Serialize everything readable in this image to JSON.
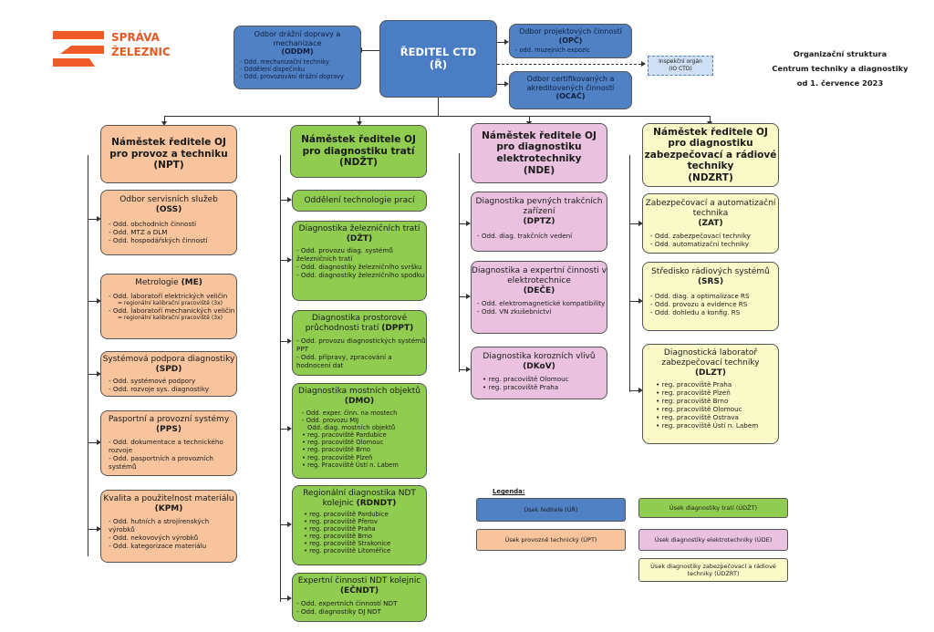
{
  "logo": {
    "line1": "SPRÁVA",
    "line2": "ŽELEZNIC",
    "color": "#f05a28"
  },
  "heading": {
    "line1": "Organizační struktura",
    "line2": "Centrum techniky a diagnostiky",
    "line3": "od 1. července 2023"
  },
  "director": {
    "name": "ŘEDITEL CTD",
    "code": "(Ř)"
  },
  "oddm": {
    "title": "Odbor drážní dopravy a mechanizace",
    "code": "(ODDM)",
    "items": [
      "- Odd. mechanizační techniky",
      "- Oddělení dispečinku",
      "- Odd. provozování drážní dopravy"
    ]
  },
  "opc": {
    "title": "Odbor projektových činností",
    "code": "(OPČ)",
    "items": [
      "- odd. muzejních expozic"
    ]
  },
  "ocac": {
    "title": "Odbor certifikovaných a akreditovaných činností",
    "code": "(OCAČ)"
  },
  "inspect": {
    "line1": "Inspekční orgán",
    "line2": "(IO CTD)"
  },
  "colors": {
    "blue": "#4f81c4",
    "orange": "#f7c49d",
    "green": "#8fcc4f",
    "pink": "#eac2e0",
    "yellow": "#fafac8"
  },
  "npt": {
    "head": {
      "title": "Náměstek ředitele OJ pro provoz a techniku",
      "code": "(NPT)"
    },
    "units": [
      {
        "title": "Odbor servisních služeb",
        "code": "(OSS)",
        "items": [
          "- Odd. obchodních činností",
          "- Odd. MTZ a DLM",
          "- Odd. hospodářských činností"
        ]
      },
      {
        "title": "Metrologie",
        "code": "(ME)",
        "items": [
          "- Odd. laboratoří elektrických veličin",
          "= regionální kalibrační pracoviště (3x)",
          "- Odd. laboratoří mechanických veličin",
          "= regionální kalibrační pracoviště (3x)"
        ]
      },
      {
        "title": "Systémová podpora diagnostiky",
        "code": "(SPD)",
        "items": [
          "- Odd. systémové podpory",
          "- Odd. rozvoje sys. diagnostiky"
        ]
      },
      {
        "title": "Pasportní a provozní systémy",
        "code": "(PPS)",
        "items": [
          "- Odd. dokumentace a technického rozvoje",
          "- Odd. pasportních a provozních systémů"
        ]
      },
      {
        "title": "Kvalita a použitelnost materiálu",
        "code": "(KPM)",
        "items": [
          "- Odd. hutních a strojírenských výrobků",
          "- Odd. nekovových výrobků",
          "- Odd. kategorizace materiálu"
        ]
      }
    ]
  },
  "ndzt": {
    "head": {
      "title": "Náměstek ředitele OJ pro diagnostiku tratí",
      "code": "(NDŽT)"
    },
    "units": [
      {
        "title": "Oddělení technologie prací",
        "code": "",
        "items": []
      },
      {
        "title": "Diagnostika železničních tratí",
        "code": "(DŽT)",
        "items": [
          "- Odd. provozu diag. systémů železničních tratí",
          "- Odd. diagnostiky železničního svršku",
          "- Odd. diagnostiky železničního spodku"
        ]
      },
      {
        "title": "Diagnostika prostorové průchodnosti tratí",
        "code": "(DPPT)",
        "items": [
          "- Odd. provozu diagnostických systémů PPT",
          "- Odd. přípravy, zpracování a hodnocení dat"
        ]
      },
      {
        "title": "Diagnostika mostních objektů",
        "code": "(DMO)",
        "items": [
          "- Odd. exper. činn. na mostech",
          "- Odd. provozu MIJ",
          "  Odd. diag. mostních objektů",
          "• reg. pracoviště Pardubice",
          "• reg. pracoviště Olomouc",
          "• reg. pracoviště Brno",
          "• reg. pracoviště Plzeň",
          "• reg. Pracoviště Ústí n. Labem"
        ]
      },
      {
        "title": "Regionální diagnostika NDT kolejnic",
        "code": "(RDNDT)",
        "items": [
          "• reg. pracoviště Pardubice",
          "• reg. pracoviště Přerov",
          "• reg. pracoviště Praha",
          "• reg. pracoviště Brno",
          "• reg. pracoviště Strakonice",
          "• reg. pracoviště Litoměřice"
        ]
      },
      {
        "title": "Expertní činnosti NDT kolejnic",
        "code": "(EČNDT)",
        "items": [
          "- Odd. expertních činností NDT",
          "- Odd. diagnostiky DJ NDT"
        ]
      }
    ]
  },
  "nde": {
    "head": {
      "title": "Náměstek ředitele OJ pro diagnostiku elektrotechniky",
      "code": "(NDE)"
    },
    "units": [
      {
        "title": "Diagnostika pevných trakčních zařízení",
        "code": "(DPTZ)",
        "items": [
          "- Odd. diag. trakčních vedení"
        ]
      },
      {
        "title": "Diagnostika a expertní činnosti v elektrotechnice",
        "code": "(DEČE)",
        "items": [
          "- Odd. elektromagnetické kompatibility",
          "- Odd. VN zkušebnictví"
        ]
      },
      {
        "title": "Diagnostika korozních vlivů",
        "code": "(DKoV)",
        "items": [
          "• reg. pracoviště Olomouc",
          "• reg. pracoviště Praha"
        ]
      }
    ]
  },
  "ndzrt": {
    "head": {
      "title": "Náměstek ředitele OJ pro diagnostiku zabezpečovací a rádiové techniky",
      "code": "(NDZRT)"
    },
    "units": [
      {
        "title": "Zabezpečovací a automatizační technika",
        "code": "(ZAT)",
        "items": [
          "- Odd. zabezpečovací techniky",
          "- Odd. automatizační techniky"
        ]
      },
      {
        "title": "Středisko rádiových systémů",
        "code": "(SRS)",
        "items": [
          "- Odd. diag. a optimalizace RS",
          "- Odd. provozu a evidence RS",
          "- Odd. dohledu a konfig. RS"
        ]
      },
      {
        "title": "Diagnostická laboratoř zabezpečovací techniky",
        "code": "(DLZT)",
        "items": [
          "• reg. pracoviště Praha",
          "• reg. pracoviště Plzeň",
          "• reg. pracoviště Brno",
          "• reg. pracoviště Olomouc",
          "• reg. pracoviště Ostrava",
          "• reg. pracoviště Ústí n. Labem"
        ]
      }
    ]
  },
  "legend": {
    "title": "Legenda:",
    "items": [
      {
        "label": "Úsek ředitele (ÚŘ)"
      },
      {
        "label": "Úsek diagnostiky tratí (ÚDŽT)"
      },
      {
        "label": "Úsek provozně technický (ÚPT)"
      },
      {
        "label": "Úsek diagnostiky elektrotechniky (ÚDE)"
      },
      {
        "label": "Úsek diagnostiky zabezpečovací a rádiové techniky (ÚDZRT)"
      }
    ]
  }
}
